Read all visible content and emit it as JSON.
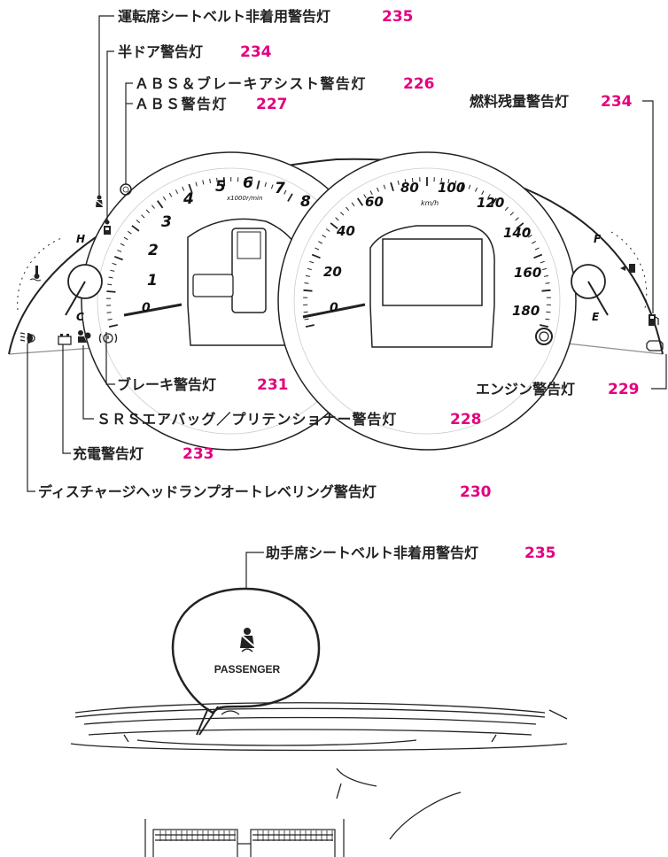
{
  "callouts": {
    "driver_seatbelt": {
      "label": "運転席シートベルト非着用警告灯",
      "page": "235"
    },
    "door_ajar": {
      "label": "半ドア警告灯",
      "page": "234"
    },
    "abs_brake_assist": {
      "label": "ＡＢＳ＆ブレーキアシスト警告灯",
      "page": "226"
    },
    "abs": {
      "label": "ＡＢＳ警告灯",
      "page": "227"
    },
    "low_fuel": {
      "label": "燃料残量警告灯",
      "page": "234"
    },
    "brake": {
      "label": "ブレーキ警告灯",
      "page": "231"
    },
    "engine": {
      "label": "エンジン警告灯",
      "page": "229"
    },
    "srs": {
      "label": "ＳＲＳエアバッグ／プリテンショナー警告灯",
      "page": "228"
    },
    "charge": {
      "label": "充電警告灯",
      "page": "233"
    },
    "headlamp_leveling": {
      "label": "ディスチャージヘッドランプオートレベリング警告灯",
      "page": "230"
    },
    "passenger_seatbelt": {
      "label": "助手席シートベルト非着用警告灯",
      "page": "235"
    }
  },
  "tachometer": {
    "ticks": [
      "1",
      "2",
      "3",
      "4",
      "5",
      "6",
      "7",
      "8"
    ],
    "zero": "0",
    "unit": "x1000r/min"
  },
  "speedometer": {
    "ticks": [
      "20",
      "40",
      "60",
      "80",
      "100",
      "120",
      "140",
      "160",
      "180"
    ],
    "zero": "0",
    "unit": "km/h"
  },
  "temp_gauge": {
    "hot": "H",
    "cold": "C"
  },
  "fuel_gauge": {
    "full": "F",
    "empty": "E"
  },
  "passenger_panel": {
    "text": "PASSENGER"
  },
  "icons": [
    "seatbelt-icon",
    "door-icon",
    "abs-icon",
    "fuel-pump-icon",
    "engine-icon",
    "brake-icon",
    "airbag-icon",
    "battery-icon",
    "headlamp-icon",
    "thermometer-icon"
  ],
  "colors": {
    "page_ref": "#e4007f",
    "line": "#222222"
  }
}
